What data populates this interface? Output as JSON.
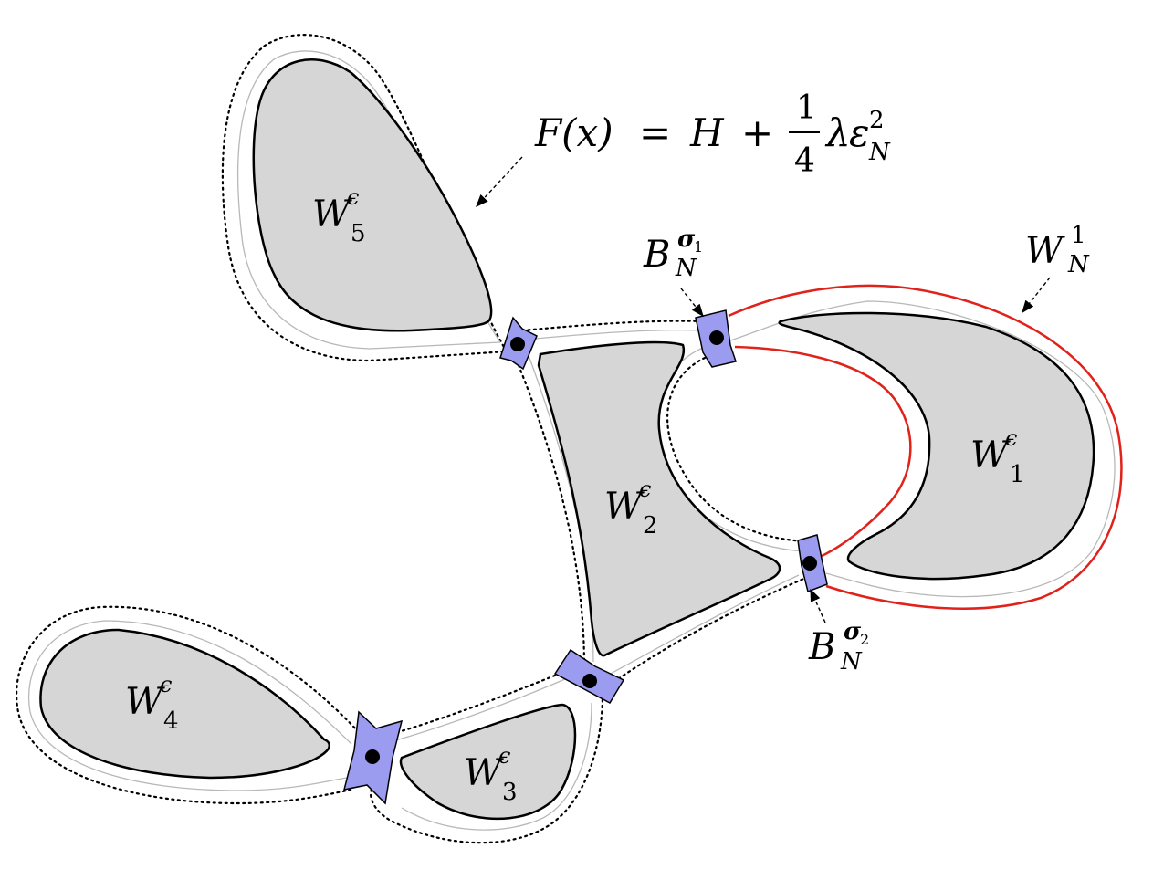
{
  "colors": {
    "well_fill": "#d6d6d6",
    "outline": "#000000",
    "red_boundary": "#e0221a",
    "bridge_fill": "#9b9cf0",
    "guide": "#b8b8b8"
  },
  "formula": {
    "lhs": "F(x)",
    "eq": "=",
    "h": "H",
    "plus": "+",
    "frac_num": "1",
    "frac_den": "4",
    "lambda": "λ",
    "eps": "ε",
    "eps_sup": "2",
    "eps_sub": "N"
  },
  "wells": [
    {
      "id": "W1",
      "letter": "W",
      "sup": "ϵ",
      "sub": "1"
    },
    {
      "id": "W2",
      "letter": "W",
      "sup": "ϵ",
      "sub": "2"
    },
    {
      "id": "W3",
      "letter": "W",
      "sup": "ϵ",
      "sub": "3"
    },
    {
      "id": "W4",
      "letter": "W",
      "sup": "ϵ",
      "sub": "4"
    },
    {
      "id": "W5",
      "letter": "W",
      "sup": "ϵ",
      "sub": "5"
    }
  ],
  "bridges": [
    {
      "letter": "B",
      "sup": "σ",
      "sup_sub": "1",
      "sub": "N"
    },
    {
      "letter": "B",
      "sup": "σ",
      "sup_sub": "2",
      "sub": "N"
    }
  ],
  "region": {
    "letter": "W",
    "sup": "1",
    "sub": "N"
  }
}
